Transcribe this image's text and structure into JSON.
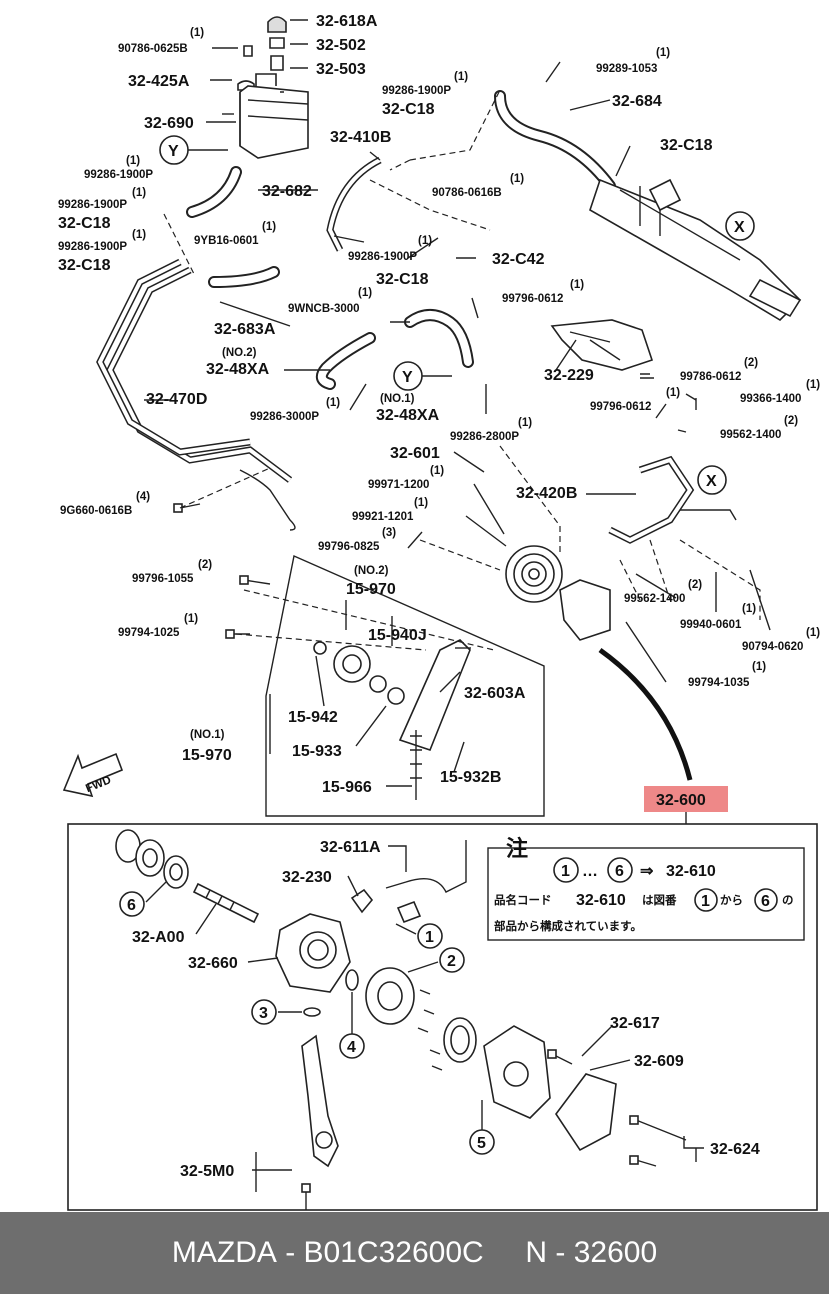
{
  "labels": {
    "p618a": "32-618A",
    "p502": "32-502",
    "p503": "32-503",
    "b90786_0625b": "90786-0625B",
    "b90786_0625b_q": "(1)",
    "p425a": "32-425A",
    "p690": "32-690",
    "h99286_1900p_a": "99286-1900P",
    "h99286_1900p_a_q": "(1)",
    "p682": "32-682",
    "h99286_1900p_b": "99286-1900P",
    "h99286_1900p_b_q": "(1)",
    "c18_b": "32-C18",
    "h99286_1900p_c": "99286-1900P",
    "h99286_1900p_c_q": "(1)",
    "c18_c": "32-C18",
    "h99286_1900p_top": "99286-1900P",
    "h99286_1900p_top_q": "(1)",
    "c18_top": "32-C18",
    "p410b": "32-410B",
    "b90786_0616b": "90786-0616B",
    "b90786_0616b_q": "(1)",
    "yb16": "9YB16-0601",
    "yb16_q": "(1)",
    "h99286_1900p_d": "99286-1900P",
    "h99286_1900p_d_q": "(1)",
    "c42": "32-C42",
    "c18_d": "32-C18",
    "h99289": "99289-1053",
    "h99289_q": "(1)",
    "p684": "32-684",
    "c18_e": "32-C18",
    "p683a": "32-683A",
    "wncb": "9WNCB-3000",
    "wncb_q": "(1)",
    "b99796_0612_a": "99796-0612",
    "b99796_0612_a_q": "(1)",
    "no2_a": "(NO.2)",
    "p48xa_a": "32-48XA",
    "no1_a": "(NO.1)",
    "p48xa_b": "32-48XA",
    "h99286_3000p": "99286-3000P",
    "h99286_3000p_q": "(1)",
    "h99286_2800p": "99286-2800P",
    "h99286_2800p_q": "(1)",
    "p229": "32-229",
    "b99786_0612": "99786-0612",
    "b99786_0612_q": "(2)",
    "b99366_1400": "99366-1400",
    "b99366_1400_q": "(1)",
    "b99796_0612_b": "99796-0612",
    "b99796_0612_b_q": "(1)",
    "b99562_1400_a": "99562-1400",
    "b99562_1400_a_q": "(2)",
    "p470d": "32-470D",
    "g660": "9G660-0616B",
    "g660_q": "(4)",
    "p601": "32-601",
    "b99971": "99971-1200",
    "b99971_q": "(1)",
    "b99921": "99921-1201",
    "b99921_q": "(1)",
    "b99796_0825": "99796-0825",
    "b99796_0825_q": "(3)",
    "p420b": "32-420B",
    "b99796_1055": "99796-1055",
    "b99796_1055_q": "(2)",
    "no2_b": "(NO.2)",
    "p15_970_a": "15-970",
    "p15_940j": "15-940J",
    "b99794_1025": "99794-1025",
    "b99794_1025_q": "(1)",
    "b99562_1400_b": "99562-1400",
    "b99562_1400_b_q": "(2)",
    "b99940": "99940-0601",
    "b99940_q": "(1)",
    "b90794": "90794-0620",
    "b90794_q": "(1)",
    "b99794_1035": "99794-1035",
    "b99794_1035_q": "(1)",
    "p15_942": "15-942",
    "p603a": "32-603A",
    "no1_b": "(NO.1)",
    "p15_970_b": "15-970",
    "p15_933": "15-933",
    "p15_932b": "15-932B",
    "p15_966": "15-966",
    "fwd": "FWD",
    "p600": "32-600",
    "p611a": "32-611A",
    "p230": "32-230",
    "pa00": "32-A00",
    "p660": "32-660",
    "p617": "32-617",
    "p609": "32-609",
    "p624": "32-624",
    "p5m0": "32-5M0",
    "y": "Y",
    "x": "X",
    "n1": "1",
    "n2": "2",
    "n3": "3",
    "n4": "4",
    "n5": "5",
    "n6": "6"
  },
  "note": {
    "title": "注",
    "range_from": "1",
    "range_dots": "…",
    "range_to": "6",
    "arrow": "⇒",
    "target": "32-610",
    "line2_a": "品名コード",
    "line2_code": "32-610",
    "line2_b": "は図番",
    "line2_n1": "1",
    "line2_c": "から",
    "line2_n6": "6",
    "line2_d": "の",
    "line3": "部品から構成されています。"
  },
  "footer": {
    "brand": "MAZDA",
    "sep": " - ",
    "code": "B01C32600C",
    "n": "N - 32600"
  }
}
